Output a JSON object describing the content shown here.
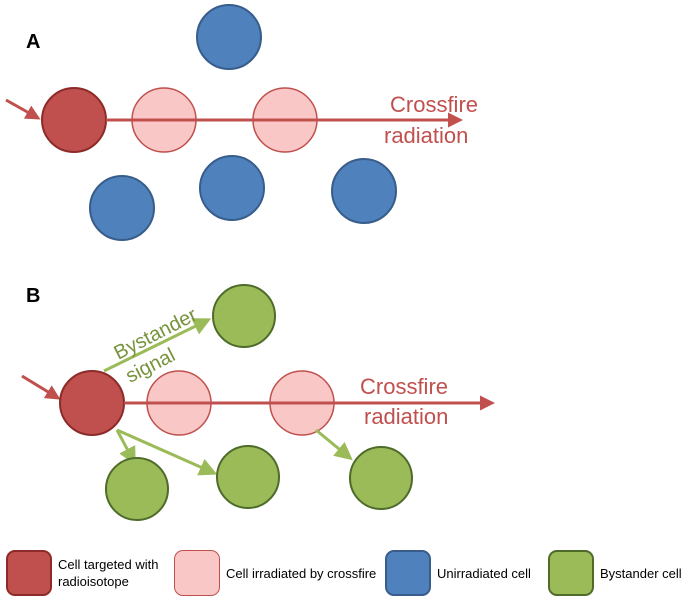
{
  "panel_a": {
    "label": "A",
    "radiation_label_line1": "Crossfire",
    "radiation_label_line2": "radiation"
  },
  "panel_b": {
    "label": "B",
    "radiation_label_line1": "Crossfire",
    "radiation_label_line2": "radiation",
    "bystander_label_line1": "Bystander",
    "bystander_label_line2": "signal"
  },
  "colors": {
    "targeted_fill": "#c0504d",
    "targeted_stroke": "#8c2b2a",
    "irradiated_fill": "#f9c7c6",
    "irradiated_stroke": "#c0504d",
    "unirradiated_fill": "#4f81bd",
    "unirradiated_stroke": "#385d8a",
    "bystander_fill": "#9bbb59",
    "bystander_stroke": "#4e6b2a",
    "radiation_arrow": "#c0504d",
    "bystander_arrow": "#9bbb59"
  },
  "legend": {
    "targeted": "Cell targeted with radioisotope",
    "irradiated": "Cell irradiated by crossfire",
    "unirradiated": "Unirradiated cell",
    "bystander": "Bystander cell"
  }
}
